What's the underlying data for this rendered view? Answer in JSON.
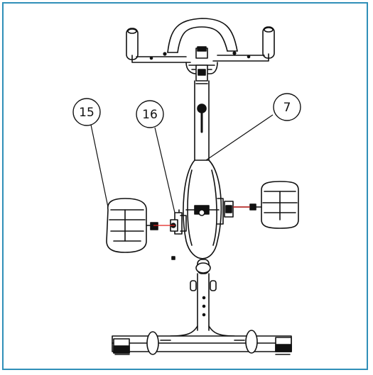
{
  "diagram": {
    "callouts": [
      {
        "id": "15",
        "label": "15"
      },
      {
        "id": "16",
        "label": "16"
      },
      {
        "id": "7",
        "label": "7"
      }
    ]
  },
  "colors": {
    "border": "#2f8fb8",
    "line": "#111111",
    "accent_red": "#e0201c"
  }
}
